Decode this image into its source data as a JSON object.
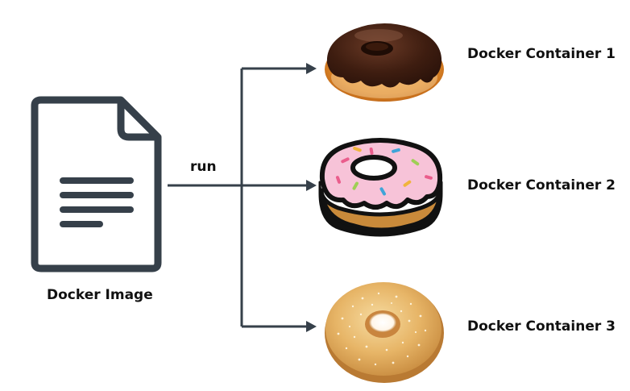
{
  "image": {
    "label": "Docker Image",
    "icon": "document-icon"
  },
  "edge": {
    "label": "run"
  },
  "containers": [
    {
      "label": "Docker Container 1",
      "icon": "chocolate-donut-icon"
    },
    {
      "label": "Docker Container 2",
      "icon": "pink-sprinkle-donut-icon"
    },
    {
      "label": "Docker Container 3",
      "icon": "sugar-donut-icon"
    }
  ],
  "colors": {
    "line": "#36404a",
    "text": "#111111"
  }
}
